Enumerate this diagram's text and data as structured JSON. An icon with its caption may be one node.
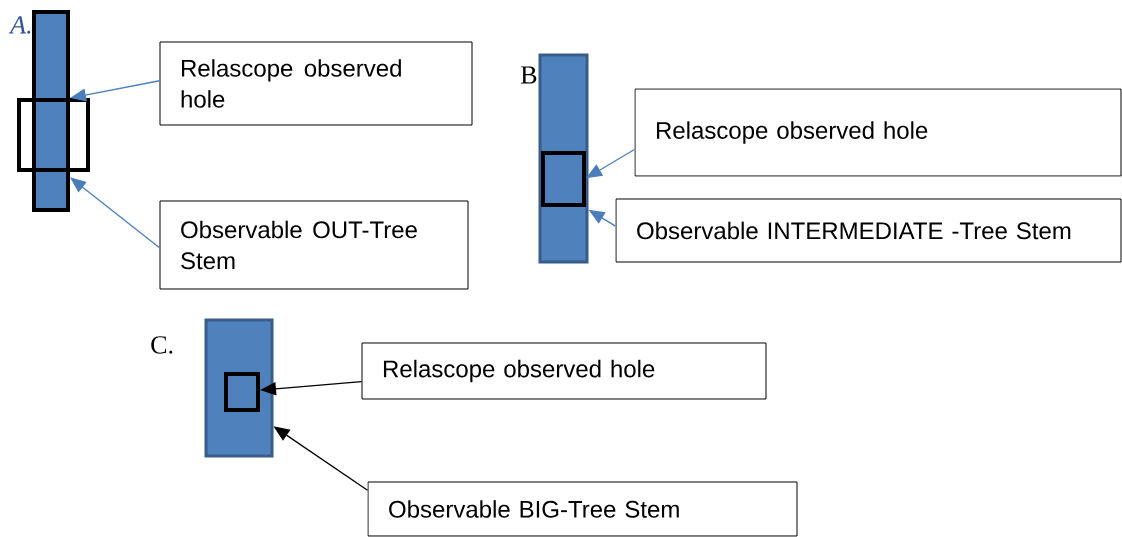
{
  "diagram": {
    "nodes": [
      {
        "text": [],
        "shape": "bar"
      },
      {
        "text": [],
        "shape": "box"
      },
      {
        "text": [
          "Relascope observed hole"
        ]
      },
      {
        "text": [
          "Observable OUT-Tree Stem"
        ]
      },
      {
        "text": [],
        "shape": "bar"
      },
      {
        "text": [],
        "shape": "box",
        "in": 4
      },
      {
        "text": [
          "Relascope observed hole"
        ]
      },
      {
        "text": [
          "Observable INTERMEDIATE -Tree Stem"
        ]
      },
      {
        "text": [],
        "shape": "bar"
      },
      {
        "text": [],
        "shape": "box",
        "in": 8
      },
      {
        "text": [
          "Relascope observed hole"
        ]
      },
      {
        "text": [
          "Observable BIG-Tree Stem"
        ]
      }
    ],
    "edges": [
      {
        "from": 2,
        "to": 1,
        "arrow": "to"
      },
      {
        "from": 3,
        "to": 0,
        "arrow": "to"
      },
      {
        "from": 6,
        "to": 5,
        "arrow": "to"
      },
      {
        "from": 7,
        "to": 4,
        "arrow": "to"
      },
      {
        "from": 10,
        "to": 9,
        "arrow": "to",
        "color": "#000000"
      },
      {
        "from": 11,
        "to": 8,
        "arrow": "to",
        "color": "#000000"
      }
    ],
    "labels": [
      "A.",
      "B",
      "C."
    ]
  }
}
